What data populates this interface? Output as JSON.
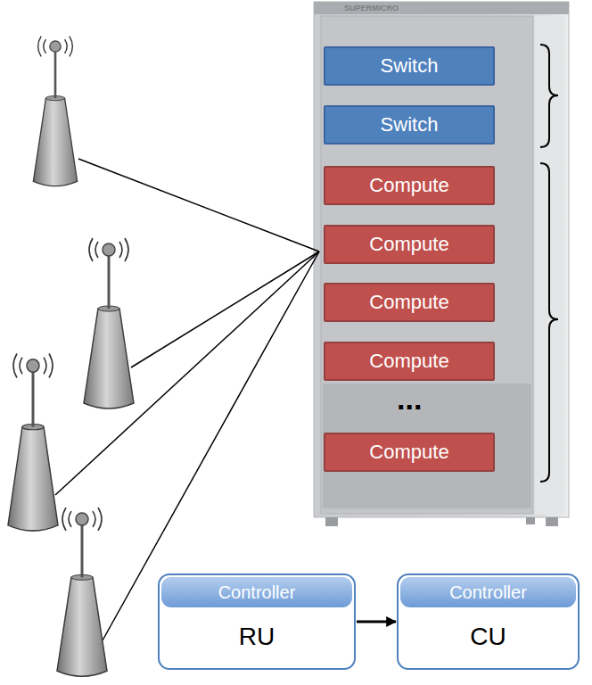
{
  "diagram": {
    "nodes": [
      {
        "text": [
          "Switch"
        ]
      },
      {
        "text": [
          "Switch"
        ]
      },
      {
        "text": [
          "Compute"
        ]
      },
      {
        "text": [
          "Compute"
        ]
      },
      {
        "text": [
          "Compute"
        ]
      },
      {
        "text": [
          "Compute"
        ]
      },
      {
        "text": [
          "Compute"
        ]
      },
      {
        "text": [
          "Controller",
          "RU"
        ]
      },
      {
        "text": [
          "Controller",
          "CU"
        ]
      }
    ],
    "edges": [
      {
        "from": 7,
        "to": 8,
        "arrow": "to"
      }
    ],
    "labels": [
      "SUPERMICRO",
      "..."
    ]
  }
}
